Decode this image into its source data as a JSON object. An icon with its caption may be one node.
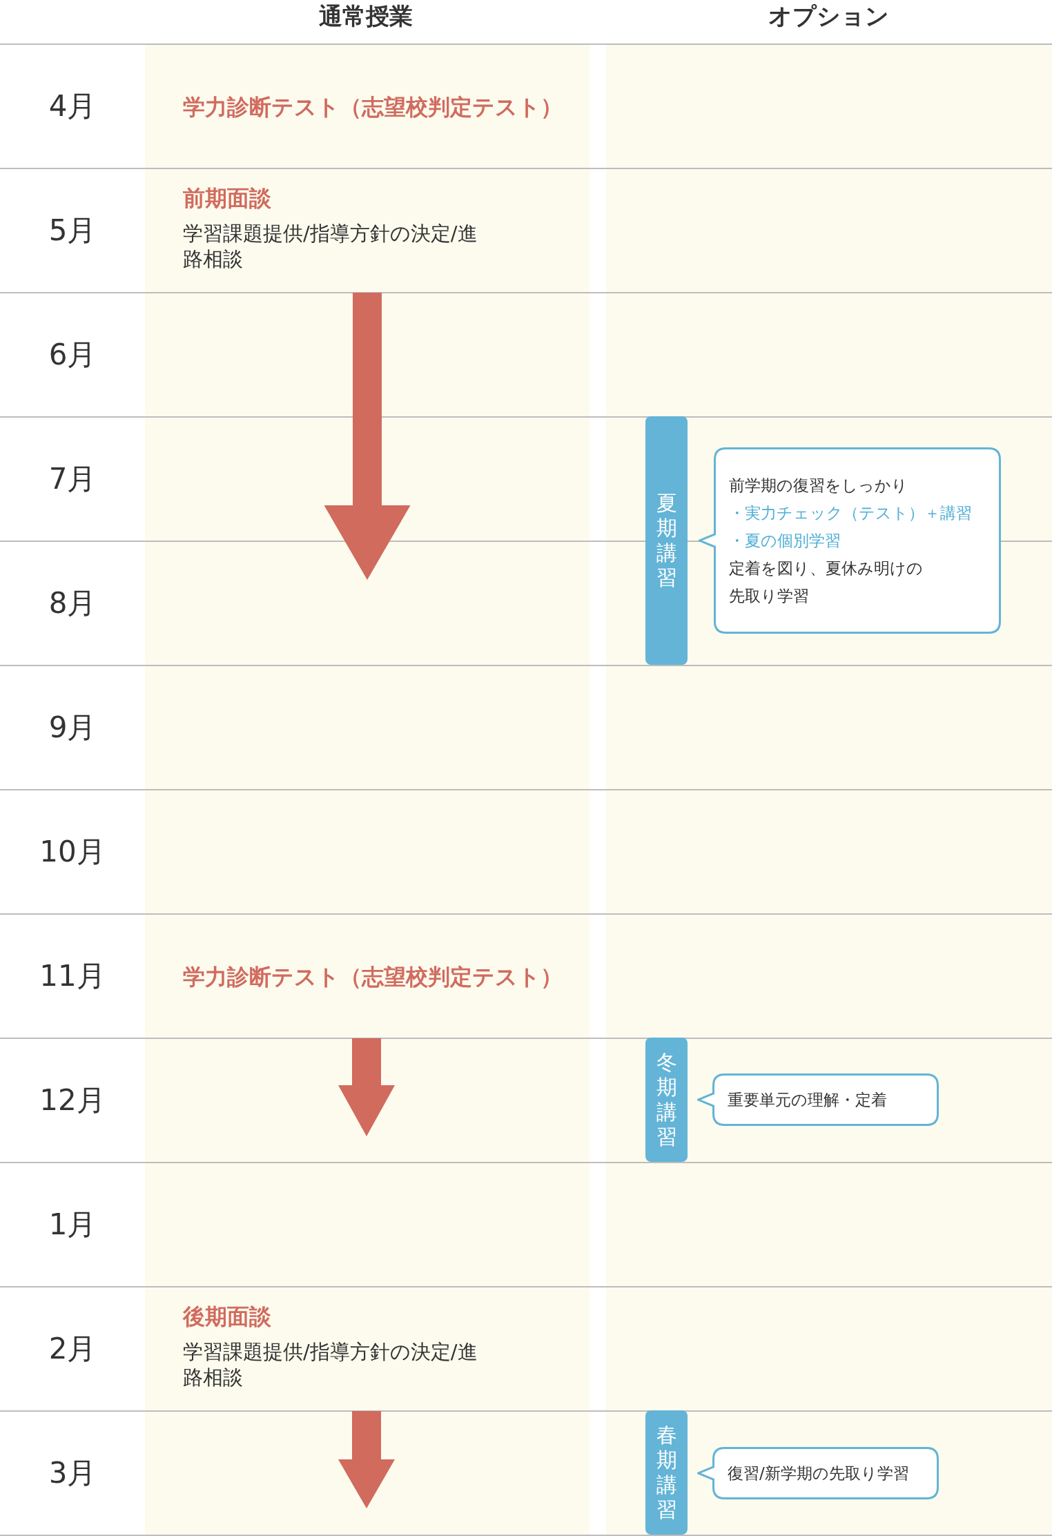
{
  "diagram": {
    "nodes": [
      {
        "text": [
          "夏期講習"
        ]
      },
      {
        "text": [
          "前学期の復習をしっかり",
          "・実力チェック（テスト）＋講習",
          "・夏の個別学習",
          "定着を図り、夏休み明けの先取り学習"
        ]
      },
      {
        "text": [
          "冬期講習"
        ]
      },
      {
        "text": [
          "重要単元の理解・定着"
        ]
      },
      {
        "text": [
          "春期講習"
        ]
      },
      {
        "text": [
          "復習/新学期の先取り学習"
        ]
      }
    ],
    "labels": [
      "通常授業",
      "オプション",
      "4月",
      "学力診断テスト（志望校判定テスト）",
      "5月",
      "前期面談",
      "学習課題提供/指導方針の決定/進路相談",
      "6月",
      "7月",
      "8月",
      "9月",
      "10月",
      "11月",
      "学力診断テスト（志望校判定テスト）",
      "12月",
      "1月",
      "2月",
      "後期面談",
      "学習課題提供/指導方針の決定/進路相談",
      "3月"
    ]
  }
}
